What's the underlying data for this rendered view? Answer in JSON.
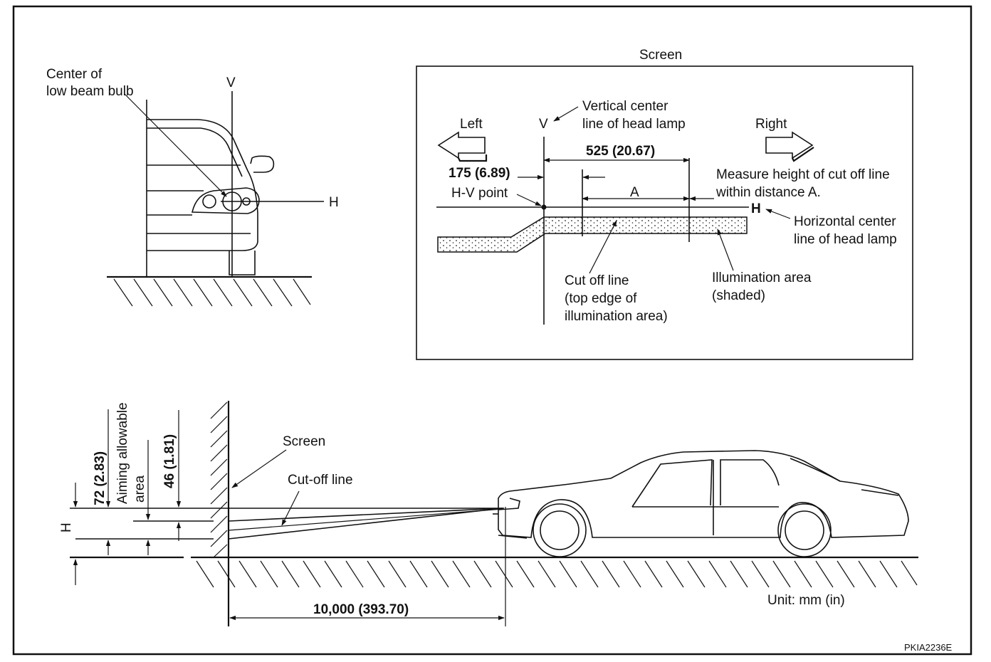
{
  "front_view": {
    "center_low_beam_line1": "Center of",
    "center_low_beam_line2": "low beam bulb",
    "v_label": "V",
    "h_label": "H"
  },
  "screen_panel": {
    "title": "Screen",
    "vertical_center_line1": "Vertical center",
    "vertical_center_line2": "line of head lamp",
    "v_label": "V",
    "left_label": "Left",
    "right_label": "Right",
    "dim_525": "525 (20.67)",
    "dim_175": "175 (6.89)",
    "measure_line1": "Measure height of cut off line",
    "measure_line2": "within distance A.",
    "hv_point": "H-V point",
    "a_label": "A",
    "h_label": "H",
    "horizontal_center_line1": "Horizontal center",
    "horizontal_center_line2": "line of head lamp",
    "cutoff_line1": "Cut off line",
    "cutoff_line2": "(top edge of",
    "cutoff_line3": "illumination area)",
    "illum_line1": "Illumination area",
    "illum_line2": "(shaded)"
  },
  "side_view": {
    "dim_72": "72  (2.83)",
    "aiming_line1": "Aiming allowable",
    "aiming_line2": "area",
    "dim_46": "46  (1.81)",
    "h_label": "H",
    "screen_label": "Screen",
    "cutoff_label": "Cut-off line",
    "distance": "10,000  (393.70)",
    "unit": "Unit:  mm  (in)"
  },
  "figure_code": "PKIA2236E"
}
